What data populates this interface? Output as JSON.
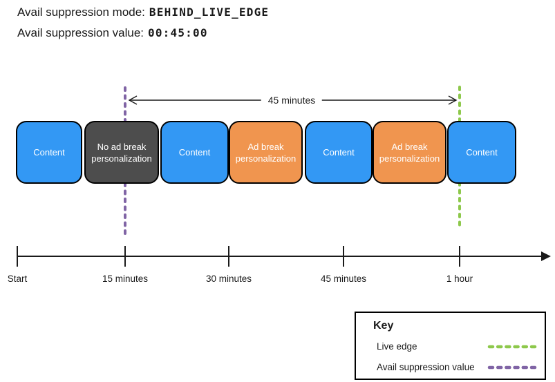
{
  "header": {
    "mode_label": "Avail suppression mode:",
    "mode_value": "BEHIND_LIVE_EDGE",
    "value_label": "Avail suppression value:",
    "value_value": "00:45:00"
  },
  "arrow": {
    "label": "45 minutes"
  },
  "blocks": [
    {
      "label": "Content",
      "color": "#3398F4"
    },
    {
      "label": "No ad break personalization",
      "color": "#4D4D4D"
    },
    {
      "label": "Content",
      "color": "#3398F4"
    },
    {
      "label": "Ad break personalization",
      "color": "#F0954F"
    },
    {
      "label": "Content",
      "color": "#3398F4"
    },
    {
      "label": "Ad break personalization",
      "color": "#F0954F"
    },
    {
      "label": "Content",
      "color": "#3398F4"
    }
  ],
  "timeline": {
    "ticks": [
      "Start",
      "15 minutes",
      "30 minutes",
      "45 minutes",
      "1 hour"
    ]
  },
  "key": {
    "title": "Key",
    "items": [
      {
        "label": "Live edge",
        "color": "#8DC84B"
      },
      {
        "label": "Avail suppression value",
        "color": "#8064A5"
      }
    ]
  },
  "colors": {
    "live_edge_green": "#8DC84B",
    "avail_suppression_purple": "#8064A5",
    "content_blue": "#3398F4",
    "no_personalization_gray": "#4D4D4D",
    "ad_break_orange": "#F0954F",
    "line_black": "#1a1a1a"
  }
}
